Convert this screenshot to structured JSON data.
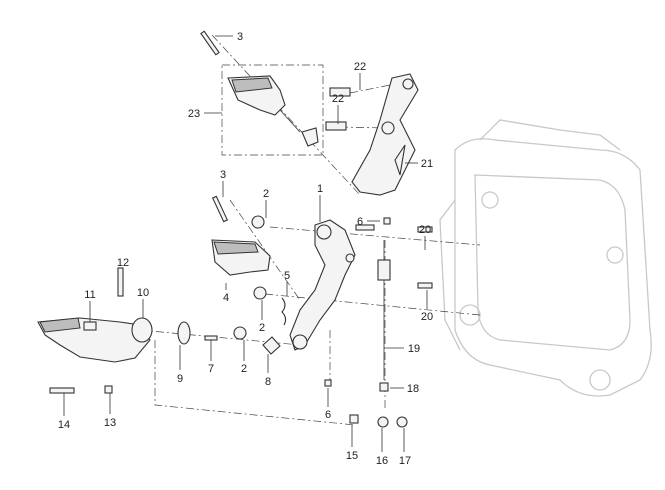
{
  "diagram": {
    "title": "Exploded parts diagram - footrest and brake pedal assembly",
    "callouts": [
      "3",
      "22",
      "22",
      "23",
      "21",
      "3",
      "2",
      "1",
      "6",
      "20",
      "12",
      "5",
      "11",
      "10",
      "4",
      "20",
      "2",
      "19",
      "9",
      "7",
      "2",
      "8",
      "18",
      "14",
      "13",
      "6",
      "15",
      "16",
      "17"
    ]
  },
  "colors": {
    "line": "#333333",
    "frame": "#c8c8c8"
  }
}
